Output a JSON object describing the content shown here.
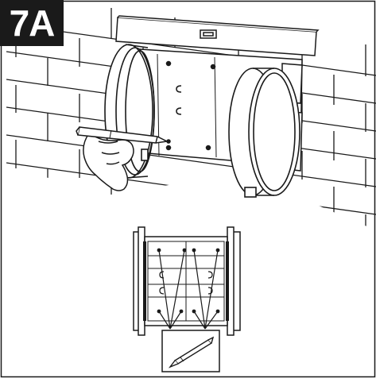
{
  "figure": {
    "step_label": "7A",
    "colors": {
      "ink": "#1a1a1a",
      "paper": "#ffffff",
      "label_bg": "#1a1a1a",
      "label_text": "#ffffff"
    },
    "icons": {
      "main_scene": "duct-unit-on-brick-wall",
      "detail": "duct-unit-front-view-drill-points",
      "tool": "pencil-icon",
      "hand": "hand-icon",
      "level": "spirit-level-icon"
    }
  }
}
